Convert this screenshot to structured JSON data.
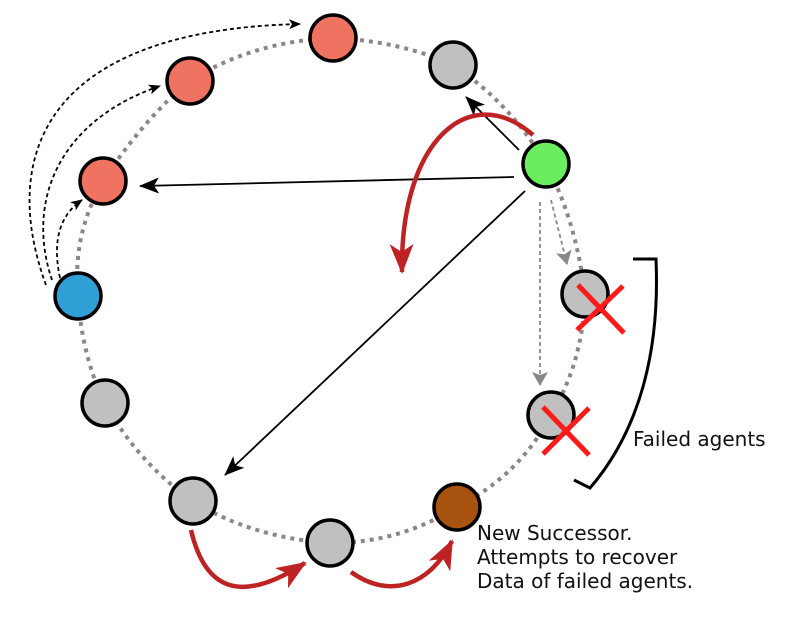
{
  "diagram": {
    "type": "ring-overlay-failure-recovery",
    "colors": {
      "ring": "#8f8585",
      "node_outline": "#000000",
      "replica": "#f07361",
      "idle": "#c0c0c0",
      "querying": "#6bee5e",
      "origin": "#2f9fd6",
      "successor": "#a8520f",
      "recovery_arrow": "#be2323",
      "failure_mark": "#ff1a1a",
      "probe_arrow": "#888888",
      "finger_arrow": "#000000"
    },
    "nodes": [
      {
        "id": "n-top-red",
        "role": "replica"
      },
      {
        "id": "n-top-grey",
        "role": "idle"
      },
      {
        "id": "n-green",
        "role": "querying"
      },
      {
        "id": "n-failed-1",
        "role": "failed"
      },
      {
        "id": "n-failed-2",
        "role": "failed"
      },
      {
        "id": "n-brown",
        "role": "successor"
      },
      {
        "id": "n-bottom-grey",
        "role": "idle"
      },
      {
        "id": "n-bottom-left-grey",
        "role": "idle"
      },
      {
        "id": "n-left-grey",
        "role": "idle"
      },
      {
        "id": "n-blue",
        "role": "origin"
      },
      {
        "id": "n-left-red",
        "role": "replica"
      },
      {
        "id": "n-mid-red",
        "role": "replica"
      }
    ],
    "labels": {
      "failed": "Failed agents",
      "successor_lines": [
        "New Successor.",
        "Attempts to recover",
        "Data of failed agents."
      ]
    }
  }
}
